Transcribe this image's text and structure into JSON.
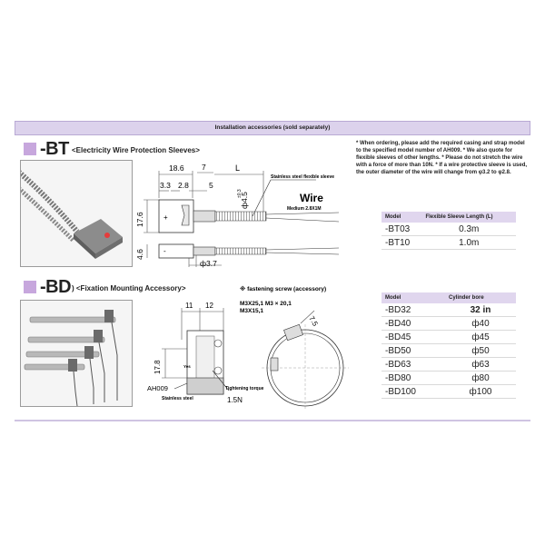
{
  "header": {
    "title": "Installation accessories (sold separately)"
  },
  "bt": {
    "code": "-BT",
    "subtitle": "<Electricity Wire Protection Sleeves>",
    "note": "* When ordering, please add the required casing and strap model to the specified model number of AH009. * We also quote for flexible sleeves of other lengths. * Please do not stretch the wire with a force of more than 10N. * If a wire protective sleeve is used, the outer diameter of the wire will change from φ3.2 to φ2.8.",
    "drawing": {
      "dim_18_6": "18.6",
      "dim_7": "7",
      "dim_L": "L",
      "dim_3_3": "3.3",
      "dim_2_8": "2.8",
      "dim_5": "5",
      "dim_17_6": "17.6",
      "dim_4_6": "4.6",
      "dim_3_7": "ф3.7",
      "dim_4_5": "ф4.5",
      "dim_0_3": "±0.3",
      "sleeve_label": "Stainless steel flexible sleeve",
      "wire_label": "Wire",
      "wire_sub": "Medium 2.8X1M",
      "plus": "+",
      "minus": "-"
    },
    "table": {
      "headers": [
        "Model",
        "Flexible Sleeve Length (L)"
      ],
      "rows": [
        [
          "-BT03",
          "0.3m"
        ],
        [
          "-BT10",
          "1.0m"
        ]
      ]
    }
  },
  "bd": {
    "code": "-BD",
    "subtitle": ") <Fixation Mounting Accessory>",
    "drawing": {
      "dim_11": "11",
      "dim_12": "12",
      "dim_17_8": "17.8",
      "dim_7_5": "7.5",
      "ah009": "AH009",
      "stainless": "Stainless steel",
      "torque": "Tightening torque",
      "torque_val": "1.5N",
      "screw_title": "※ fastening screw (accessory)",
      "screw_1": "M3X25,1  M3 × 20,1",
      "screw_2": "M3X15,1",
      "yes": "Yes"
    },
    "table": {
      "headers": [
        "Model",
        "Cylinder bore"
      ],
      "rows": [
        [
          "-BD32",
          "32 in"
        ],
        [
          "-BD40",
          "ф40"
        ],
        [
          "-BD45",
          "ф45"
        ],
        [
          "-BD50",
          "ф50"
        ],
        [
          "-BD63",
          "ф63"
        ],
        [
          "-BD80",
          "ф80"
        ],
        [
          "-BD100",
          "ф100"
        ]
      ]
    }
  }
}
